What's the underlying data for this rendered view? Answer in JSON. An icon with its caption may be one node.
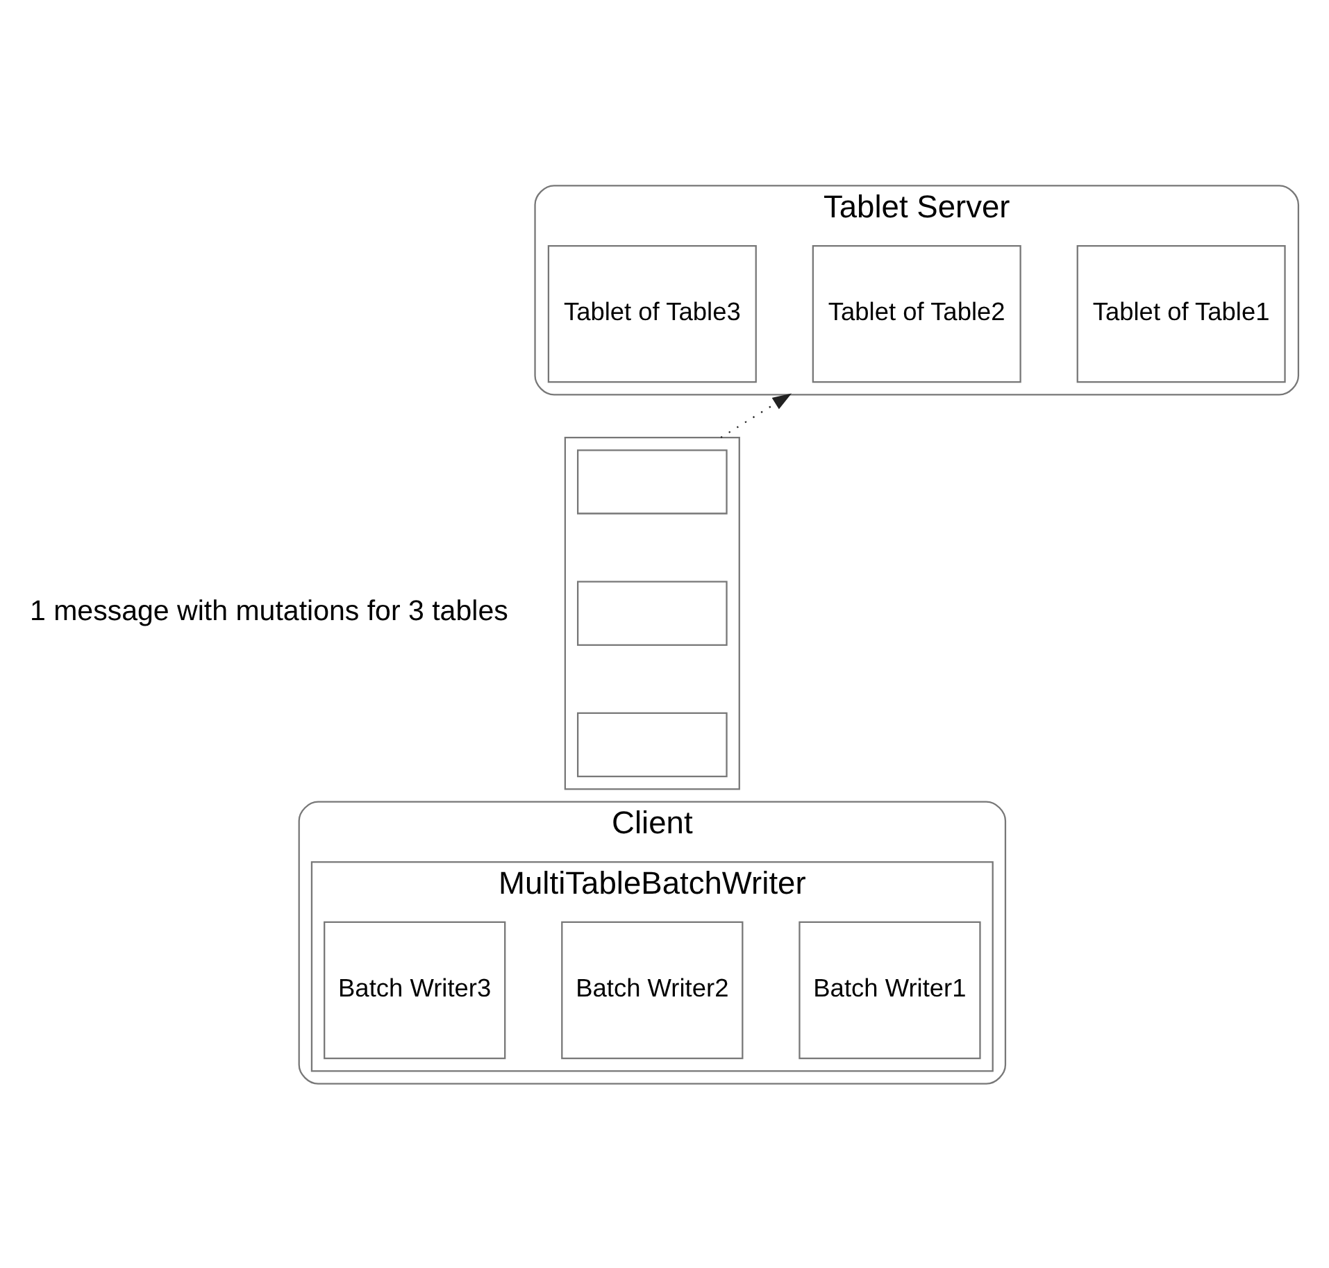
{
  "diagram": {
    "nodes": [
      {
        "text": [
          "Tablet Server"
        ]
      },
      {
        "text": [
          "Tablet of Table1"
        ],
        "in": 0
      },
      {
        "text": [
          "Tablet of Table2"
        ],
        "in": 0
      },
      {
        "text": [
          "Tablet of Table3"
        ],
        "in": 0
      },
      {
        "text": [],
        "shape": "box"
      },
      {
        "text": [],
        "shape": "box",
        "in": 4
      },
      {
        "text": [],
        "shape": "box",
        "in": 4
      },
      {
        "text": [],
        "shape": "box",
        "in": 4
      },
      {
        "text": [
          "Client"
        ]
      },
      {
        "text": [
          "MultiTableBatchWriter"
        ],
        "in": 8
      },
      {
        "text": [
          "Batch Writer1"
        ],
        "in": 9
      },
      {
        "text": [
          "Batch Writer2"
        ],
        "in": 9
      },
      {
        "text": [
          "Batch Writer3"
        ],
        "in": 9
      }
    ],
    "edges": [
      {
        "from": 4,
        "to": 0,
        "arrow": "to",
        "style": "dashed"
      }
    ],
    "labels": [
      "1 message with mutations for 3 tables"
    ]
  }
}
